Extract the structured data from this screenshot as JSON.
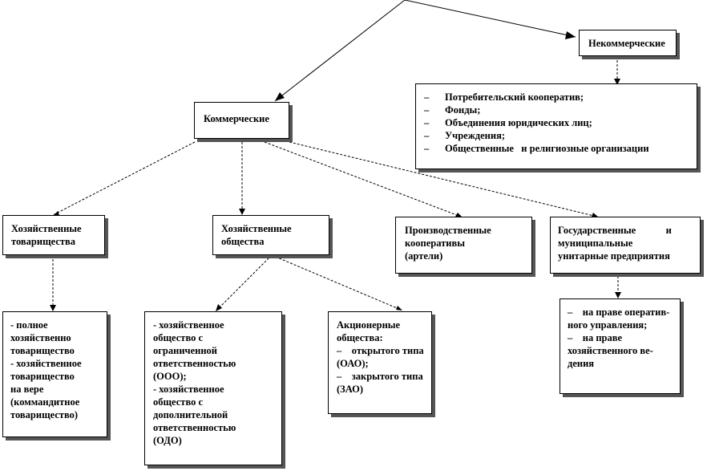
{
  "noncommercial": {
    "title": "Некоммерческие",
    "items": [
      "Потребительский кооператив;",
      "Фонды;",
      "Объединения юридических лиц;",
      "Учреждения;",
      "Общественные   и религиозные организации"
    ]
  },
  "commercial": {
    "title": "Коммерческие"
  },
  "partnerships": {
    "title_lines": [
      "Хозяйственные",
      "товарищества"
    ],
    "items_lines": [
      "- полное",
      "хозяйственно",
      "товарищество",
      "- хозяйственное",
      "товарищество",
      "на вере",
      "(коммандитное",
      "товарищество)"
    ]
  },
  "societies": {
    "title_lines": [
      "Хозяйственные",
      "общества"
    ],
    "llc_lines": [
      "- хозяйственное",
      "общество с",
      "ограниченной",
      "ответственностью",
      "(ООО);",
      "- хозяйственное",
      "общество с",
      "дополнительной",
      "ответственностью",
      "(ОДО)"
    ],
    "jsc_lines": [
      "Акционерные",
      "общества:",
      "–    открытого типа",
      "(ОАО);",
      "–    закрытого типа",
      "(ЗАО)"
    ]
  },
  "cooperatives": {
    "title_lines": [
      "Производственные",
      "кооперативы",
      "(артели)"
    ]
  },
  "unitary": {
    "title_lines": [
      "Государственные            и",
      "муниципальные",
      "унитарные предприятия"
    ],
    "items_lines": [
      "–    на праве оператив-",
      "ного управления;",
      "–    на праве",
      "хозяйственного ве-",
      "дения"
    ]
  }
}
